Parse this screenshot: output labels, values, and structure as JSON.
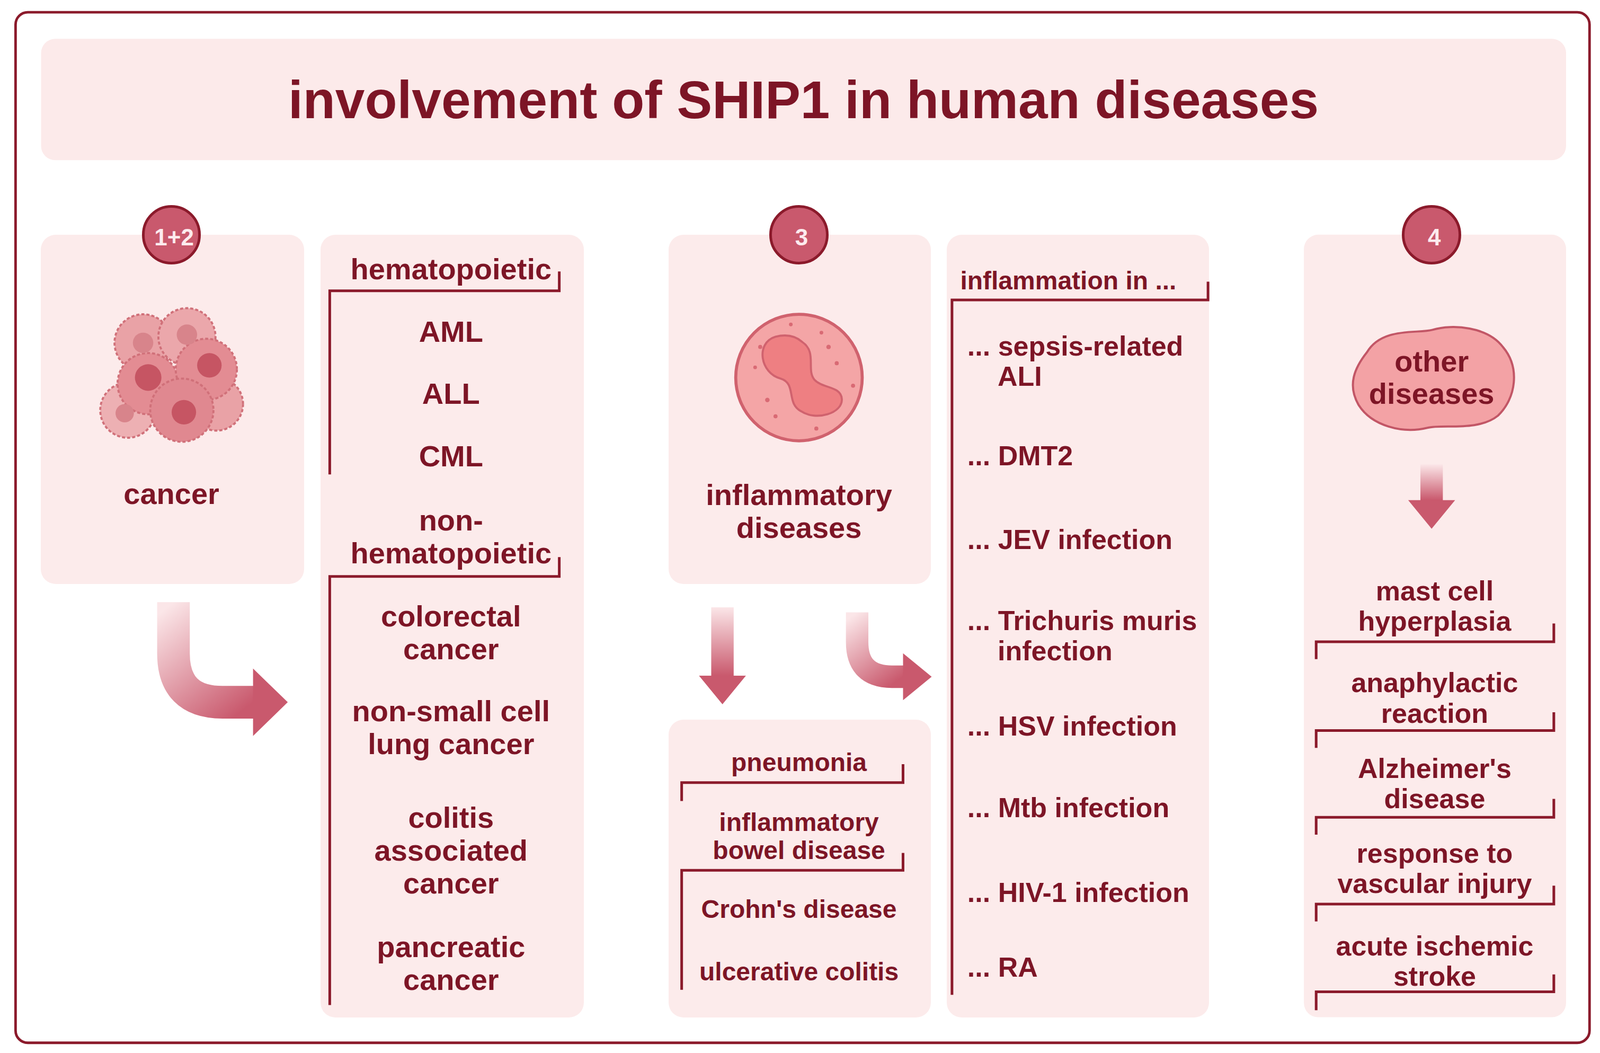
{
  "diagram": {
    "title": "involvement of SHIP1 in human diseases",
    "nodes": [
      {
        "text": [
          "1+2"
        ]
      },
      {
        "text": [
          "cancer"
        ]
      },
      {
        "text": [
          "hematopoietic",
          "AML",
          "ALL",
          "CML",
          "non-hematopoietic",
          "colorectal cancer",
          "non-small cell lung cancer",
          "colitis associated cancer",
          "pancreatic cancer"
        ]
      },
      {
        "text": [
          "3"
        ]
      },
      {
        "text": [
          "inflammatory diseases"
        ]
      },
      {
        "text": [
          "pneumonia",
          "inflammatory bowel disease",
          "Crohn's disease",
          "ulcerative colitis"
        ]
      },
      {
        "text": [
          "inflammation in ...",
          "... sepsis-related ALI",
          "... DMT2",
          "... JEV infection",
          "... Trichuris muris infection",
          "... HSV infection",
          "... Mtb infection",
          "... HIV-1 infection",
          "... RA"
        ]
      },
      {
        "text": [
          "4"
        ]
      },
      {
        "text": [
          "other diseases"
        ]
      },
      {
        "text": [
          "mast cell hyperplasia",
          "anaphylactic reaction",
          "Alzheimer's disease",
          "response to vascular injury",
          "acute ischemic stroke"
        ]
      }
    ],
    "edges": [
      {
        "from": 1,
        "to": 2,
        "arrow": "to"
      },
      {
        "from": 4,
        "to": 5,
        "arrow": "to"
      },
      {
        "from": 4,
        "to": 6,
        "arrow": "to"
      },
      {
        "from": 8,
        "to": 9,
        "arrow": "to"
      }
    ]
  }
}
